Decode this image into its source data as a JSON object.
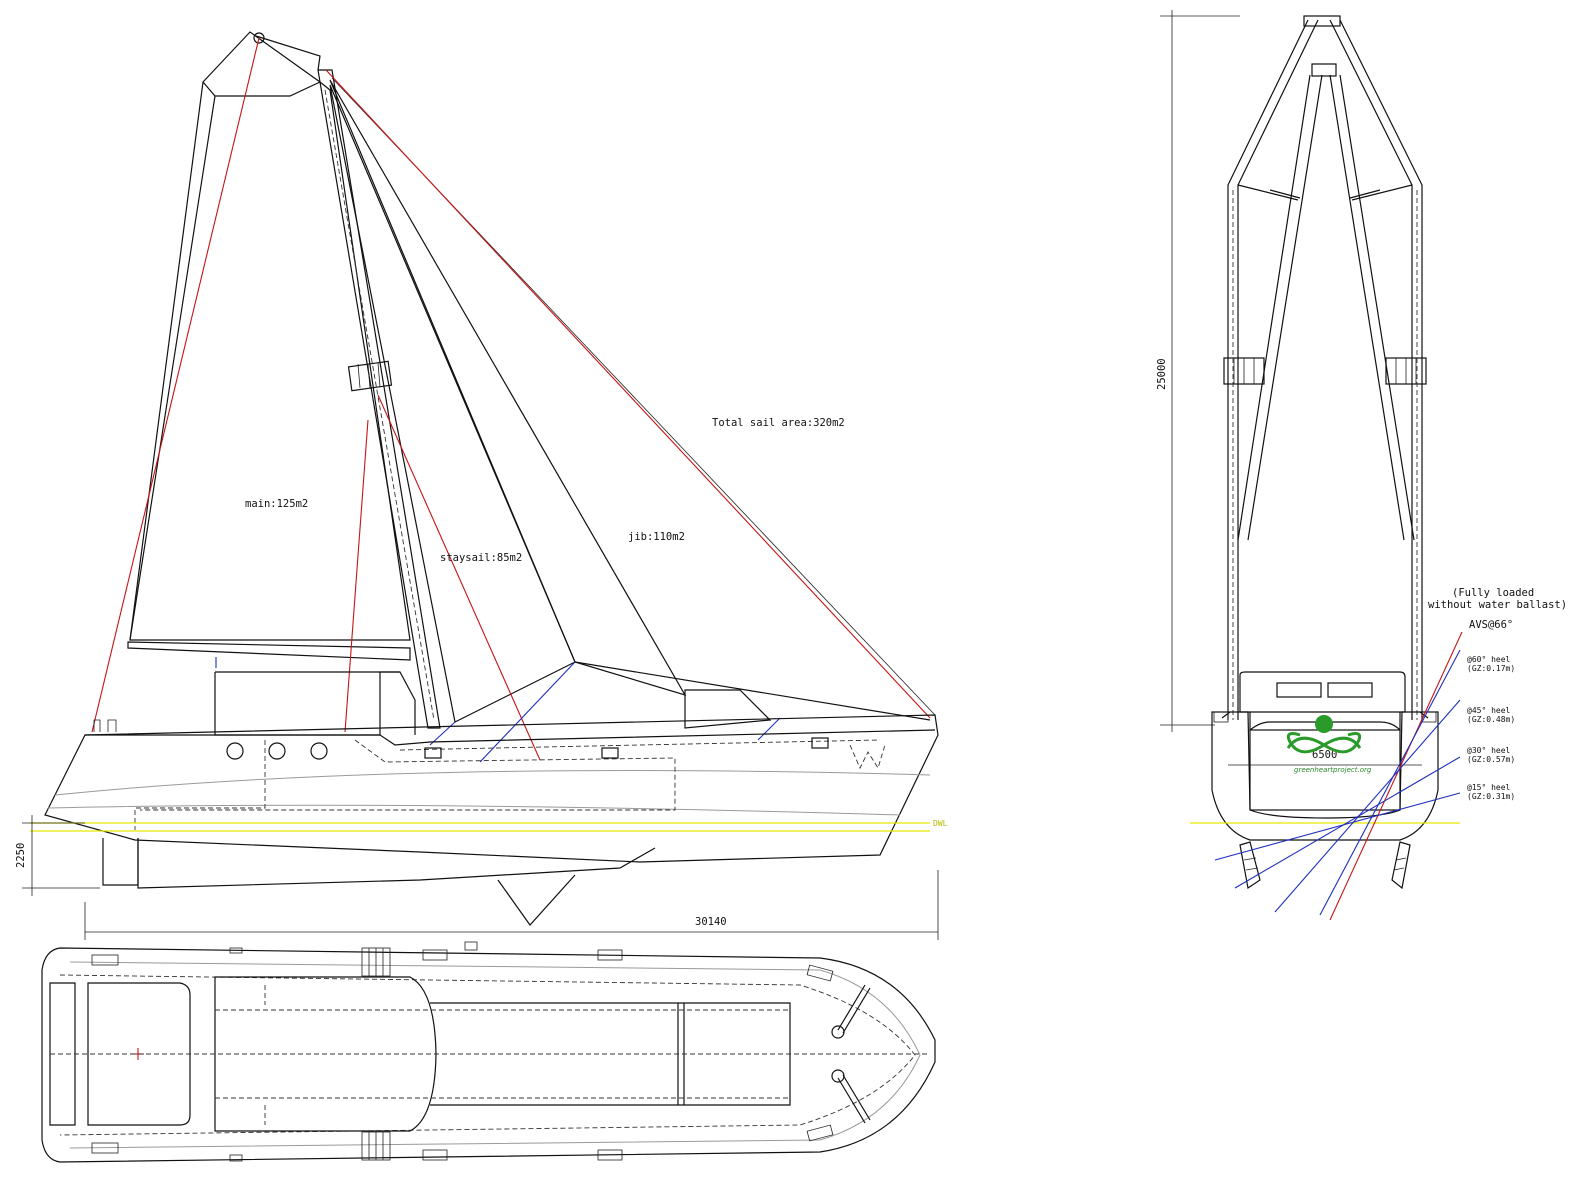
{
  "side_view": {
    "sail_labels": {
      "total": "Total sail area:320m2",
      "main": "main:125m2",
      "staysail": "staysail:85m2",
      "jib": "jib:110m2"
    },
    "dimensions": {
      "length": "30140",
      "draft": "2250",
      "waterline": "DWL"
    }
  },
  "front_view": {
    "dimensions": {
      "height": "25000",
      "beam": "6500"
    },
    "stability_note": {
      "line1": "(Fully loaded",
      "line2": "without water ballast)"
    },
    "avs": "AVS@66°",
    "heel_labels": [
      {
        "angle": "@60° heel",
        "gz": "(GZ:0.17m)"
      },
      {
        "angle": "@45° heel",
        "gz": "(GZ:0.48m)"
      },
      {
        "angle": "@30° heel",
        "gz": "(GZ:0.57m)"
      },
      {
        "angle": "@15° heel",
        "gz": "(GZ:0.31m)"
      }
    ],
    "logo_text": "greenheartproject.org"
  },
  "colors": {
    "line": "#111111",
    "rigging": "#c81414",
    "heel_lines": "#1f2fbf",
    "waterline": "#e6e600",
    "logo": "#2a8a2a"
  }
}
